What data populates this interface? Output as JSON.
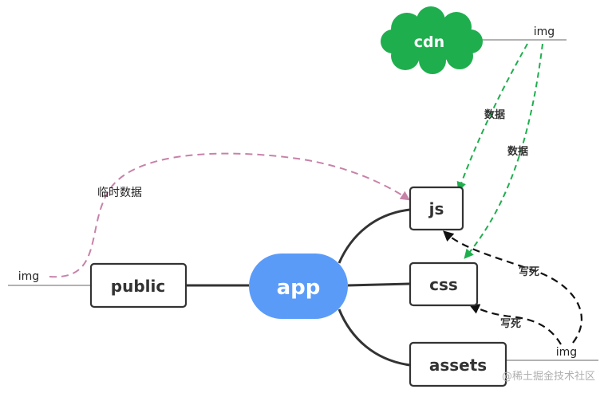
{
  "nodes": {
    "app": "app",
    "public": "public",
    "js": "js",
    "css": "css",
    "assets": "assets",
    "cdn": "cdn"
  },
  "img_labels": {
    "cdn": "img",
    "public": "img",
    "assets": "img"
  },
  "edge_labels": {
    "temp_data": "临时数据",
    "data_1": "数据",
    "data_2": "数据",
    "hardcode_1": "写死",
    "hardcode_2": "写死"
  },
  "watermark": "@稀土掘金技术社区",
  "colors": {
    "app_fill": "#5b9bf8",
    "cloud_fill": "#1fae4e",
    "green_dash": "#1fae4e",
    "pink_dash": "#c782a8",
    "black_dash": "#111111",
    "line": "#333333"
  }
}
